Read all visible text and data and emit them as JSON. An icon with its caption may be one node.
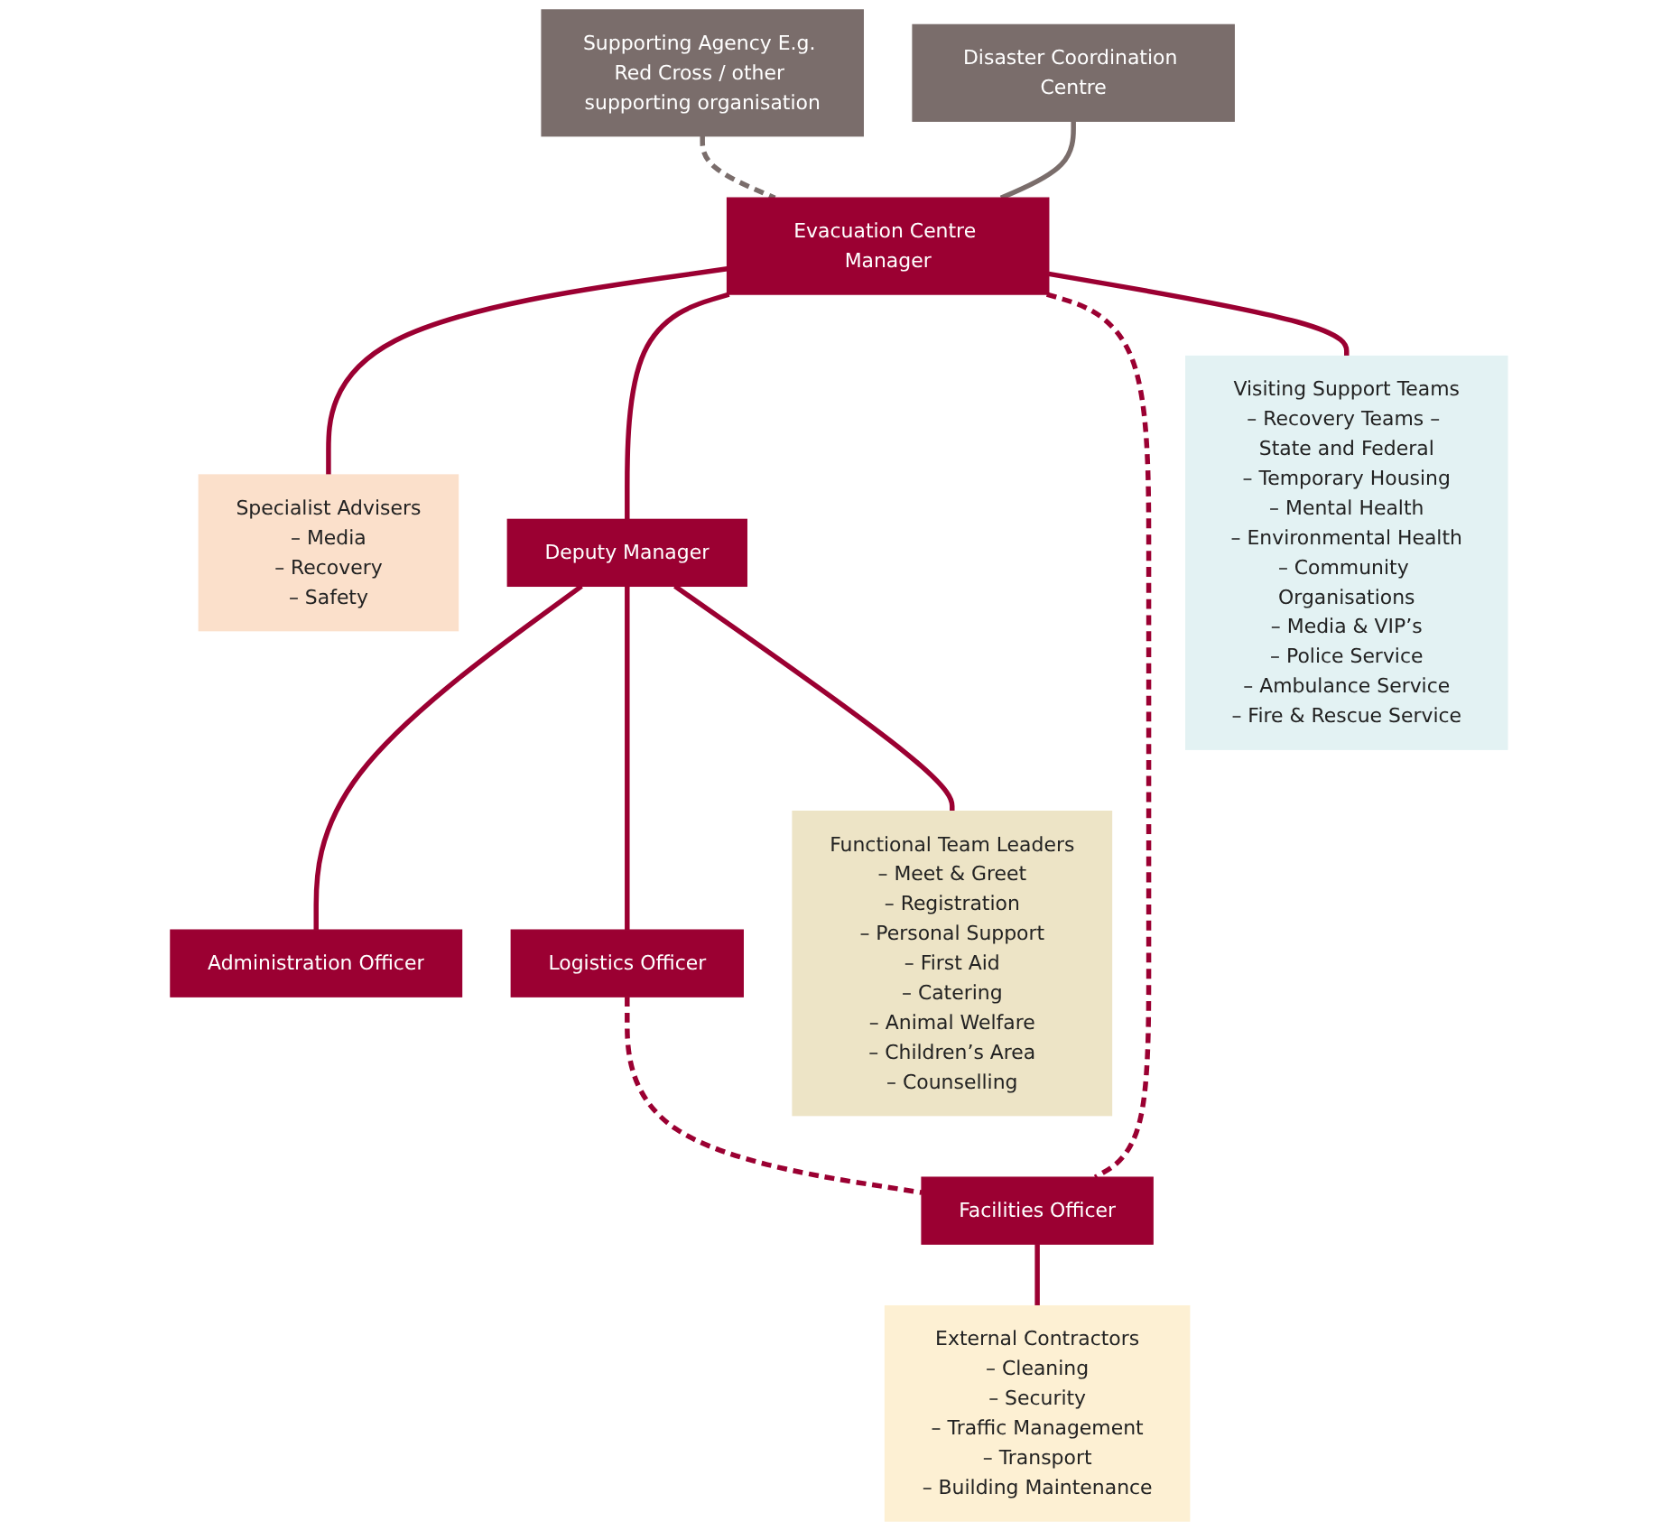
{
  "diagram": {
    "nodes": [
      {
        "text": [
          "Supporting Agency E.g. Red Cross / other supporting organisation"
        ]
      },
      {
        "text": [
          "Disaster Coordination Centre"
        ]
      },
      {
        "text": [
          "Evacuation Centre Manager"
        ]
      },
      {
        "text": [
          "Specialist Advisers",
          "– Media",
          "– Recovery",
          "– Safety"
        ]
      },
      {
        "text": [
          "Deputy Manager"
        ]
      },
      {
        "text": [
          "Administration Officer"
        ]
      },
      {
        "text": [
          "Logistics Officer"
        ]
      },
      {
        "text": [
          "Facilities Officer"
        ]
      },
      {
        "text": [
          "Functional Team Leaders",
          "– Meet & Greet",
          "– Registration",
          "– Personal Support",
          "– First Aid",
          "– Catering",
          "– Animal Welfare",
          "– Children’s Area",
          "– Counselling"
        ]
      },
      {
        "text": [
          "Visiting Support Teams",
          "– Recovery Teams – State and Federal",
          "– Temporary Housing",
          "– Mental Health",
          "– Environmental Health",
          "– Community Organisations",
          "– Media & VIP’s",
          "– Police Service",
          "– Ambulance Service",
          "– Fire & Rescue Service"
        ]
      },
      {
        "text": [
          "External Contractors",
          "– Cleaning",
          "– Security",
          "– Traffic Management",
          "– Transport",
          "– Building Maintenance"
        ]
      }
    ],
    "edges": [
      {
        "from": 0,
        "to": 2,
        "arrow": "none",
        "style": "dashed",
        "color": "#7a6d6b"
      },
      {
        "from": 1,
        "to": 2,
        "arrow": "none",
        "color": "#7a6d6b"
      },
      {
        "from": 2,
        "to": 3,
        "arrow": "none"
      },
      {
        "from": 2,
        "to": 4,
        "arrow": "none"
      },
      {
        "from": 2,
        "to": 7,
        "arrow": "none",
        "style": "dashed"
      },
      {
        "from": 2,
        "to": 9,
        "arrow": "none"
      },
      {
        "from": 4,
        "to": 5,
        "arrow": "none"
      },
      {
        "from": 4,
        "to": 6,
        "arrow": "none"
      },
      {
        "from": 4,
        "to": 8,
        "arrow": "none"
      },
      {
        "from": 6,
        "to": 7,
        "arrow": "none",
        "style": "dashed"
      },
      {
        "from": 7,
        "to": 10,
        "arrow": "none"
      }
    ]
  }
}
